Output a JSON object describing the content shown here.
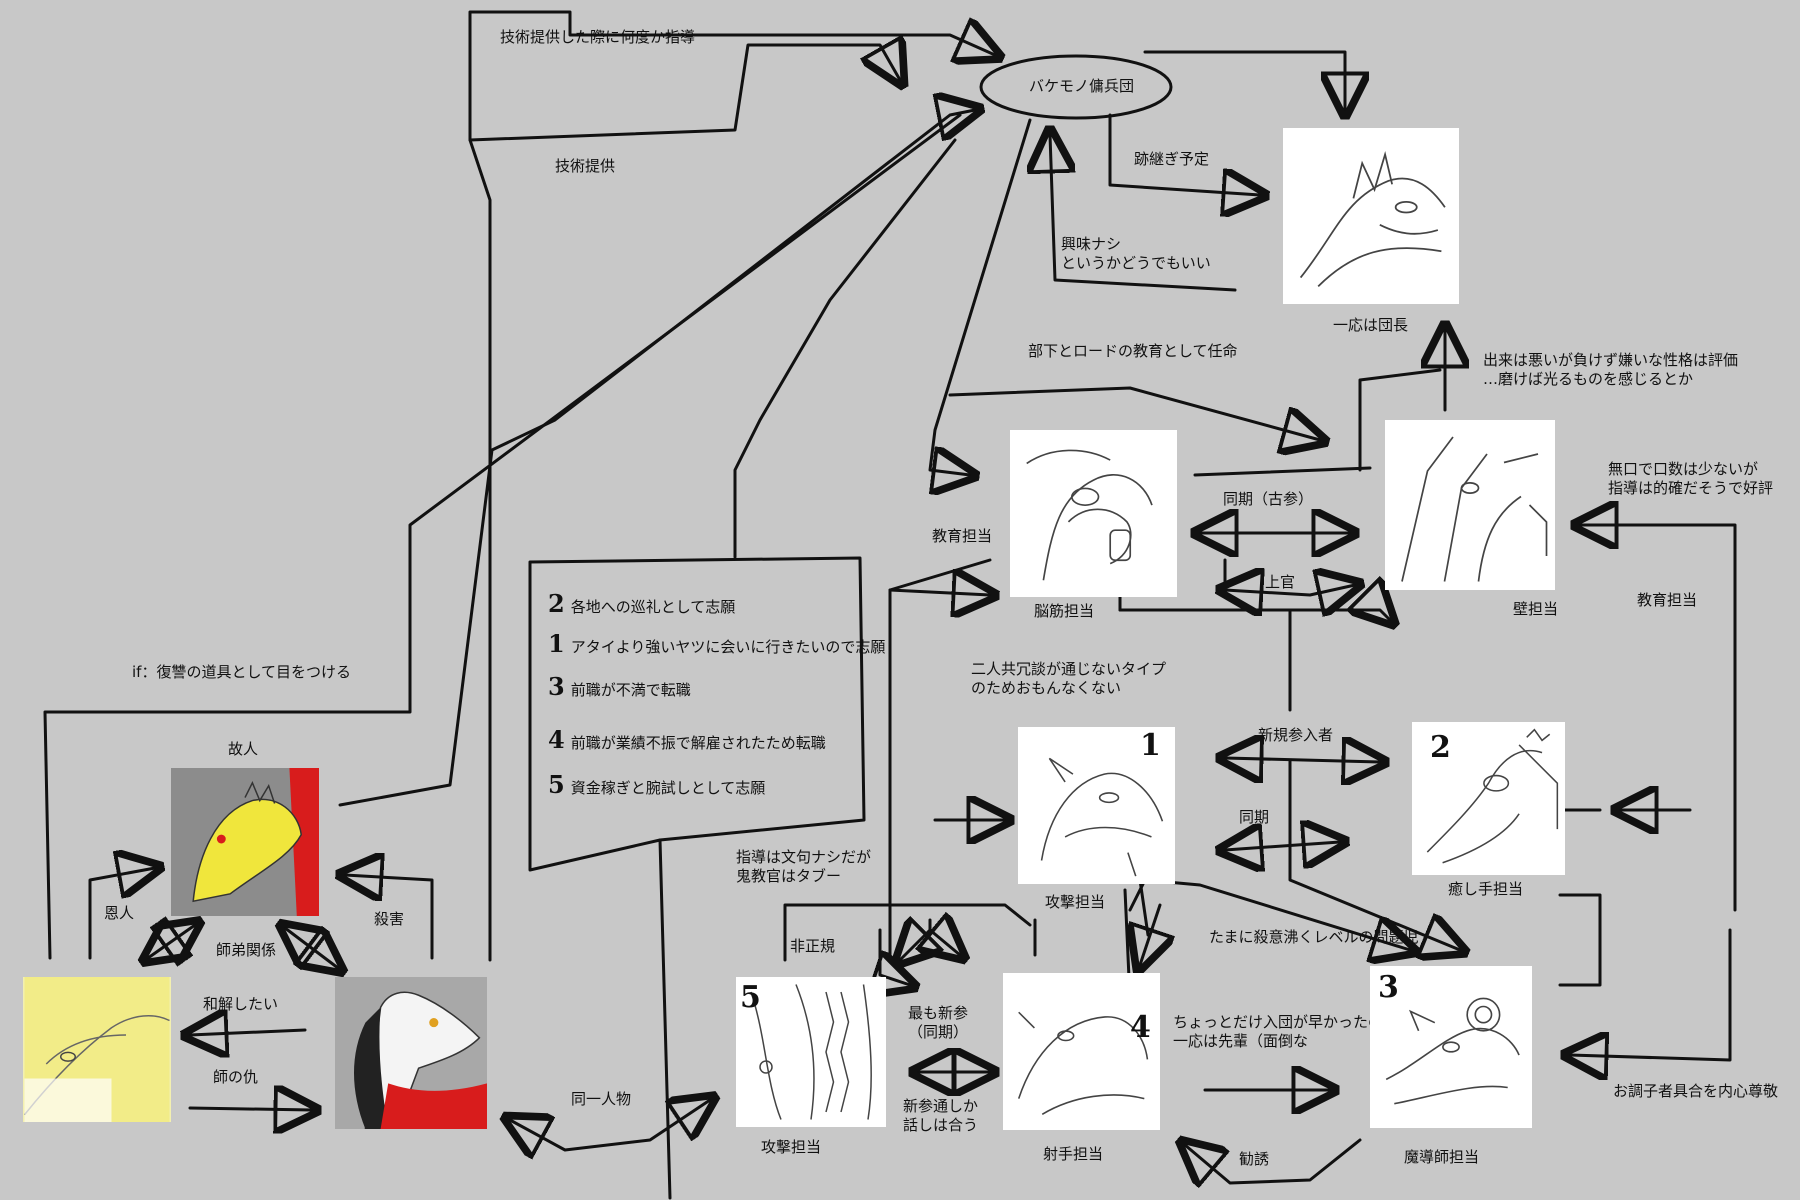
{
  "title": "バケモノ傭兵団",
  "relations": {
    "tech_guidance": "技術提供した際に何度か指導",
    "tech_provided": "技術提供",
    "successor_planned": "跡継ぎ予定",
    "no_interest": "興味ナシ\nというかどうでもいい",
    "appointed": "部下とロードの教育として任命",
    "evaluation": "出来は悪いが負けず嫌いな性格は評価\n…磨けば光るものを感じるとか",
    "quiet_note": "無口で口数は少ないが\n指導は的確だそうで好評",
    "education_left": "教育担当",
    "education_right": "教育担当",
    "same_term_senior": "同期（古参）",
    "superior": "上官",
    "no_joke": "二人共冗談が通じないタイプ\nのためおもんなくない",
    "newcomers": "新規参入者",
    "same_term": "同期",
    "problem_child": "たまに殺意沸くレベルの問題児",
    "taboo": "指導は文句ナシだが\n鬼教官はタブー",
    "irregular": "非正規",
    "newest": "最も新参\n（同期）",
    "talk": "新参通しか\n話しは合う",
    "senior_note": "ちょっとだけ入団が早かったので\n一応は先輩（面倒な",
    "recruit": "勧誘",
    "respect": "お調子者具合を内心尊敬",
    "same_person": "同一人物",
    "revenge": "if：復讐の道具として目をつける",
    "deceased": "故人",
    "benefactor": "恩人",
    "master_disciple": "師弟関係",
    "murder": "殺害",
    "reconcile": "和解したい",
    "master_enemy": "師の仇"
  },
  "motives": [
    {
      "num": "2",
      "text": "各地への巡礼として志願"
    },
    {
      "num": "1",
      "text": "アタイより強いヤツに会いに行きたいので志願"
    },
    {
      "num": "3",
      "text": "前職が不満で転職"
    },
    {
      "num": "4",
      "text": "前職が業績不振で解雇されたため転職"
    },
    {
      "num": "5",
      "text": "資金稼ぎと腕試しとして志願"
    }
  ],
  "characters": {
    "leader": {
      "label": "一応は団長"
    },
    "brain": {
      "label": "脳筋担当"
    },
    "wall": {
      "label": "壁担当"
    },
    "attacker1": {
      "label": "攻撃担当",
      "number": "1"
    },
    "healer": {
      "label": "癒し手担当",
      "number": "2"
    },
    "mage": {
      "label": "魔導師担当",
      "number": "3"
    },
    "archer": {
      "label": "射手担当",
      "number": "4"
    },
    "attacker5": {
      "label": "攻撃担当",
      "number": "5"
    }
  },
  "colors": {
    "background": "#c8c8c8",
    "ink": "#111111",
    "yellow": "#f0e63c",
    "red": "#d81c1c"
  }
}
